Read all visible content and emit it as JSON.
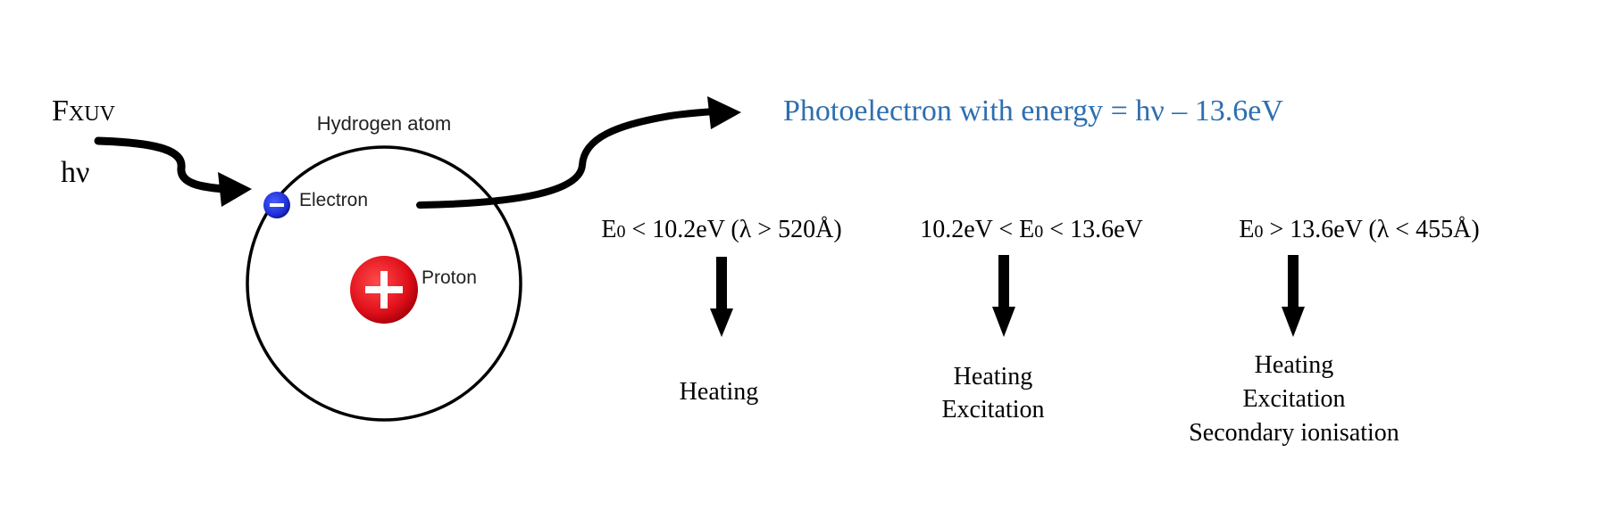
{
  "incident": {
    "flux_symbol": "F",
    "flux_subscript": "XUV",
    "photon_energy": "hν"
  },
  "atom": {
    "title": "Hydrogen atom",
    "electron_label": "Electron",
    "proton_label": "Proton"
  },
  "photoelectron": {
    "label": "Photoelectron with energy = hν – 13.6eV",
    "color": "#2e6fb0"
  },
  "regimes": [
    {
      "condition_prefix": "E",
      "condition_subscript": "0",
      "condition_suffix": " < 10.2eV (λ > 520Å)",
      "outcomes": [
        "Heating"
      ]
    },
    {
      "condition_prefix": "10.2eV < E",
      "condition_subscript": "0",
      "condition_suffix": " < 13.6eV",
      "outcomes": [
        "Heating",
        "Excitation"
      ]
    },
    {
      "condition_prefix": "E",
      "condition_subscript": "0",
      "condition_suffix": " > 13.6eV (λ < 455Å)",
      "outcomes": [
        "Heating",
        "Excitation",
        "Secondary ionisation"
      ]
    }
  ],
  "colors": {
    "electron": "#1f2fd6",
    "proton": "#e0101a",
    "line": "#000000"
  }
}
